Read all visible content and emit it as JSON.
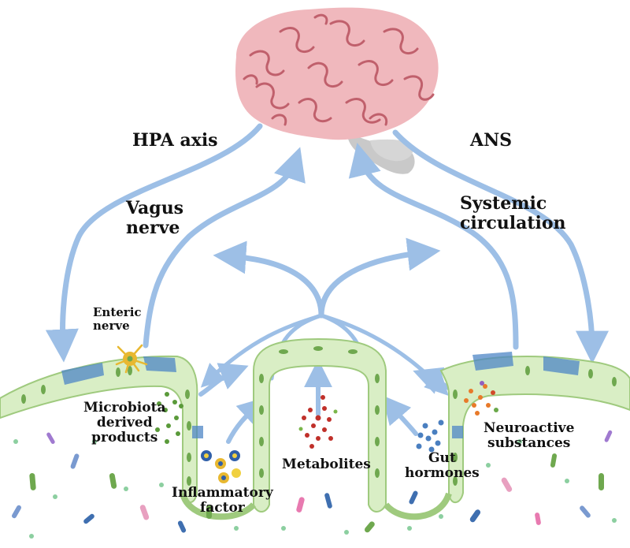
{
  "labels": {
    "hpa_axis": "HPA axis",
    "ans": "ANS",
    "vagus_nerve": "Vagus\nnerve",
    "systemic_circulation": "Systemic\ncirculation",
    "enteric_nerve": "Enteric\nnerve",
    "microbiota_products": "Microbiota\nderived\nproducts",
    "inflammatory_factor": "Inflammatory\nfactor",
    "metabolites": "Metabolites",
    "gut_hormones": "Gut\nhormones",
    "neuroactive_substances": "Neuroactive\nsubstances"
  },
  "colors": {
    "brain": "#f0b8bd",
    "brain_folds": "#c0606c",
    "brainstem": "#c9c9c9",
    "arrow": "#9dbfe6",
    "arrow_edge": "#7ea6d8",
    "epithelium": "#d9eec5",
    "epithelium_edge": "#9fca7e",
    "nucleus": "#6fa84f",
    "enteric_patch": "#4d86c6",
    "enteric_neuron": "#e8b830"
  }
}
